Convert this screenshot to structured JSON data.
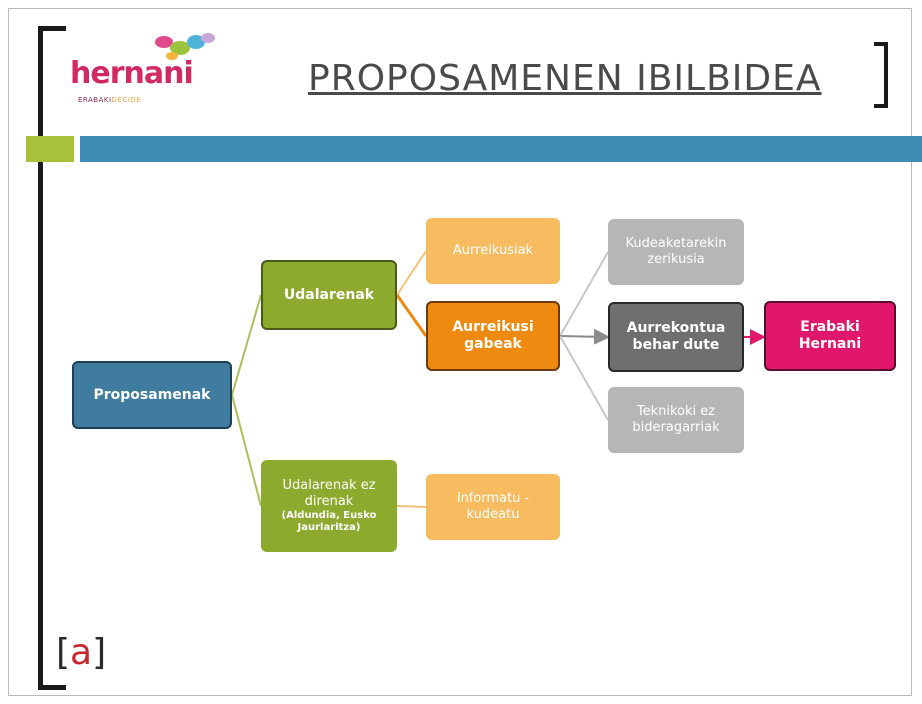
{
  "header": {
    "title": "PROPOSAMENEN IBILBIDEA",
    "logo_text": "hernani",
    "logo_sub_main": "ERABAKI",
    "logo_sub_accent": "DECIDE",
    "corner_mark_open": "[",
    "corner_mark_letter": "a",
    "corner_mark_close": "]"
  },
  "colors": {
    "blue": "#3f7ca0",
    "green": "#8daa2f",
    "orange_light": "#f8bc60",
    "orange": "#ef8a10",
    "gray_light": "#b6b6b6",
    "gray_dark": "#6f6f6f",
    "pink": "#e0176a"
  },
  "diagram": {
    "proposamenak": "Proposamenak",
    "udalarenak": "Udalarenak",
    "udalarenak_ez": "Udalarenak ez direnak",
    "udalarenak_ez_sub": "(Aldundia, Eusko Jaurlaritza)",
    "aurreikusiak": "Aurreikusiak",
    "aurreikusi_gabeak": "Aurreikusi gabeak",
    "informatu": "Informatu - kudeatu",
    "kudeaketarekin": "Kudeaketarekin zerikusia",
    "aurrekontua": "Aurrekontua behar dute",
    "teknikoki": "Teknikoki ez bideragarriak",
    "erabaki": "Erabaki Hernani"
  }
}
